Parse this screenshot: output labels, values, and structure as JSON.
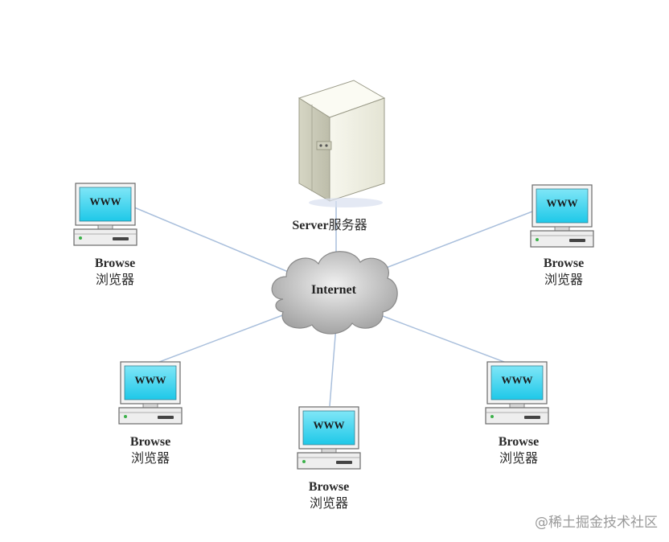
{
  "server": {
    "label_en": "Server",
    "label_zh": "服务器",
    "icon": "server-tower-icon"
  },
  "cloud": {
    "label": "Internet",
    "icon": "cloud-icon"
  },
  "client_screen_text": "WWW",
  "clients": [
    {
      "label_en": "Browse",
      "label_zh": "浏览器"
    },
    {
      "label_en": "Browse",
      "label_zh": "浏览器"
    },
    {
      "label_en": "Browse",
      "label_zh": "浏览器"
    },
    {
      "label_en": "Browse",
      "label_zh": "浏览器"
    },
    {
      "label_en": "Browse",
      "label_zh": "浏览器"
    }
  ],
  "watermark": "@稀土掘金技术社区",
  "colors": {
    "screen": "#1ec8e8",
    "link": "#9fb8d6",
    "cloud": "#b9b9b9",
    "server": "#f2f2e8"
  }
}
